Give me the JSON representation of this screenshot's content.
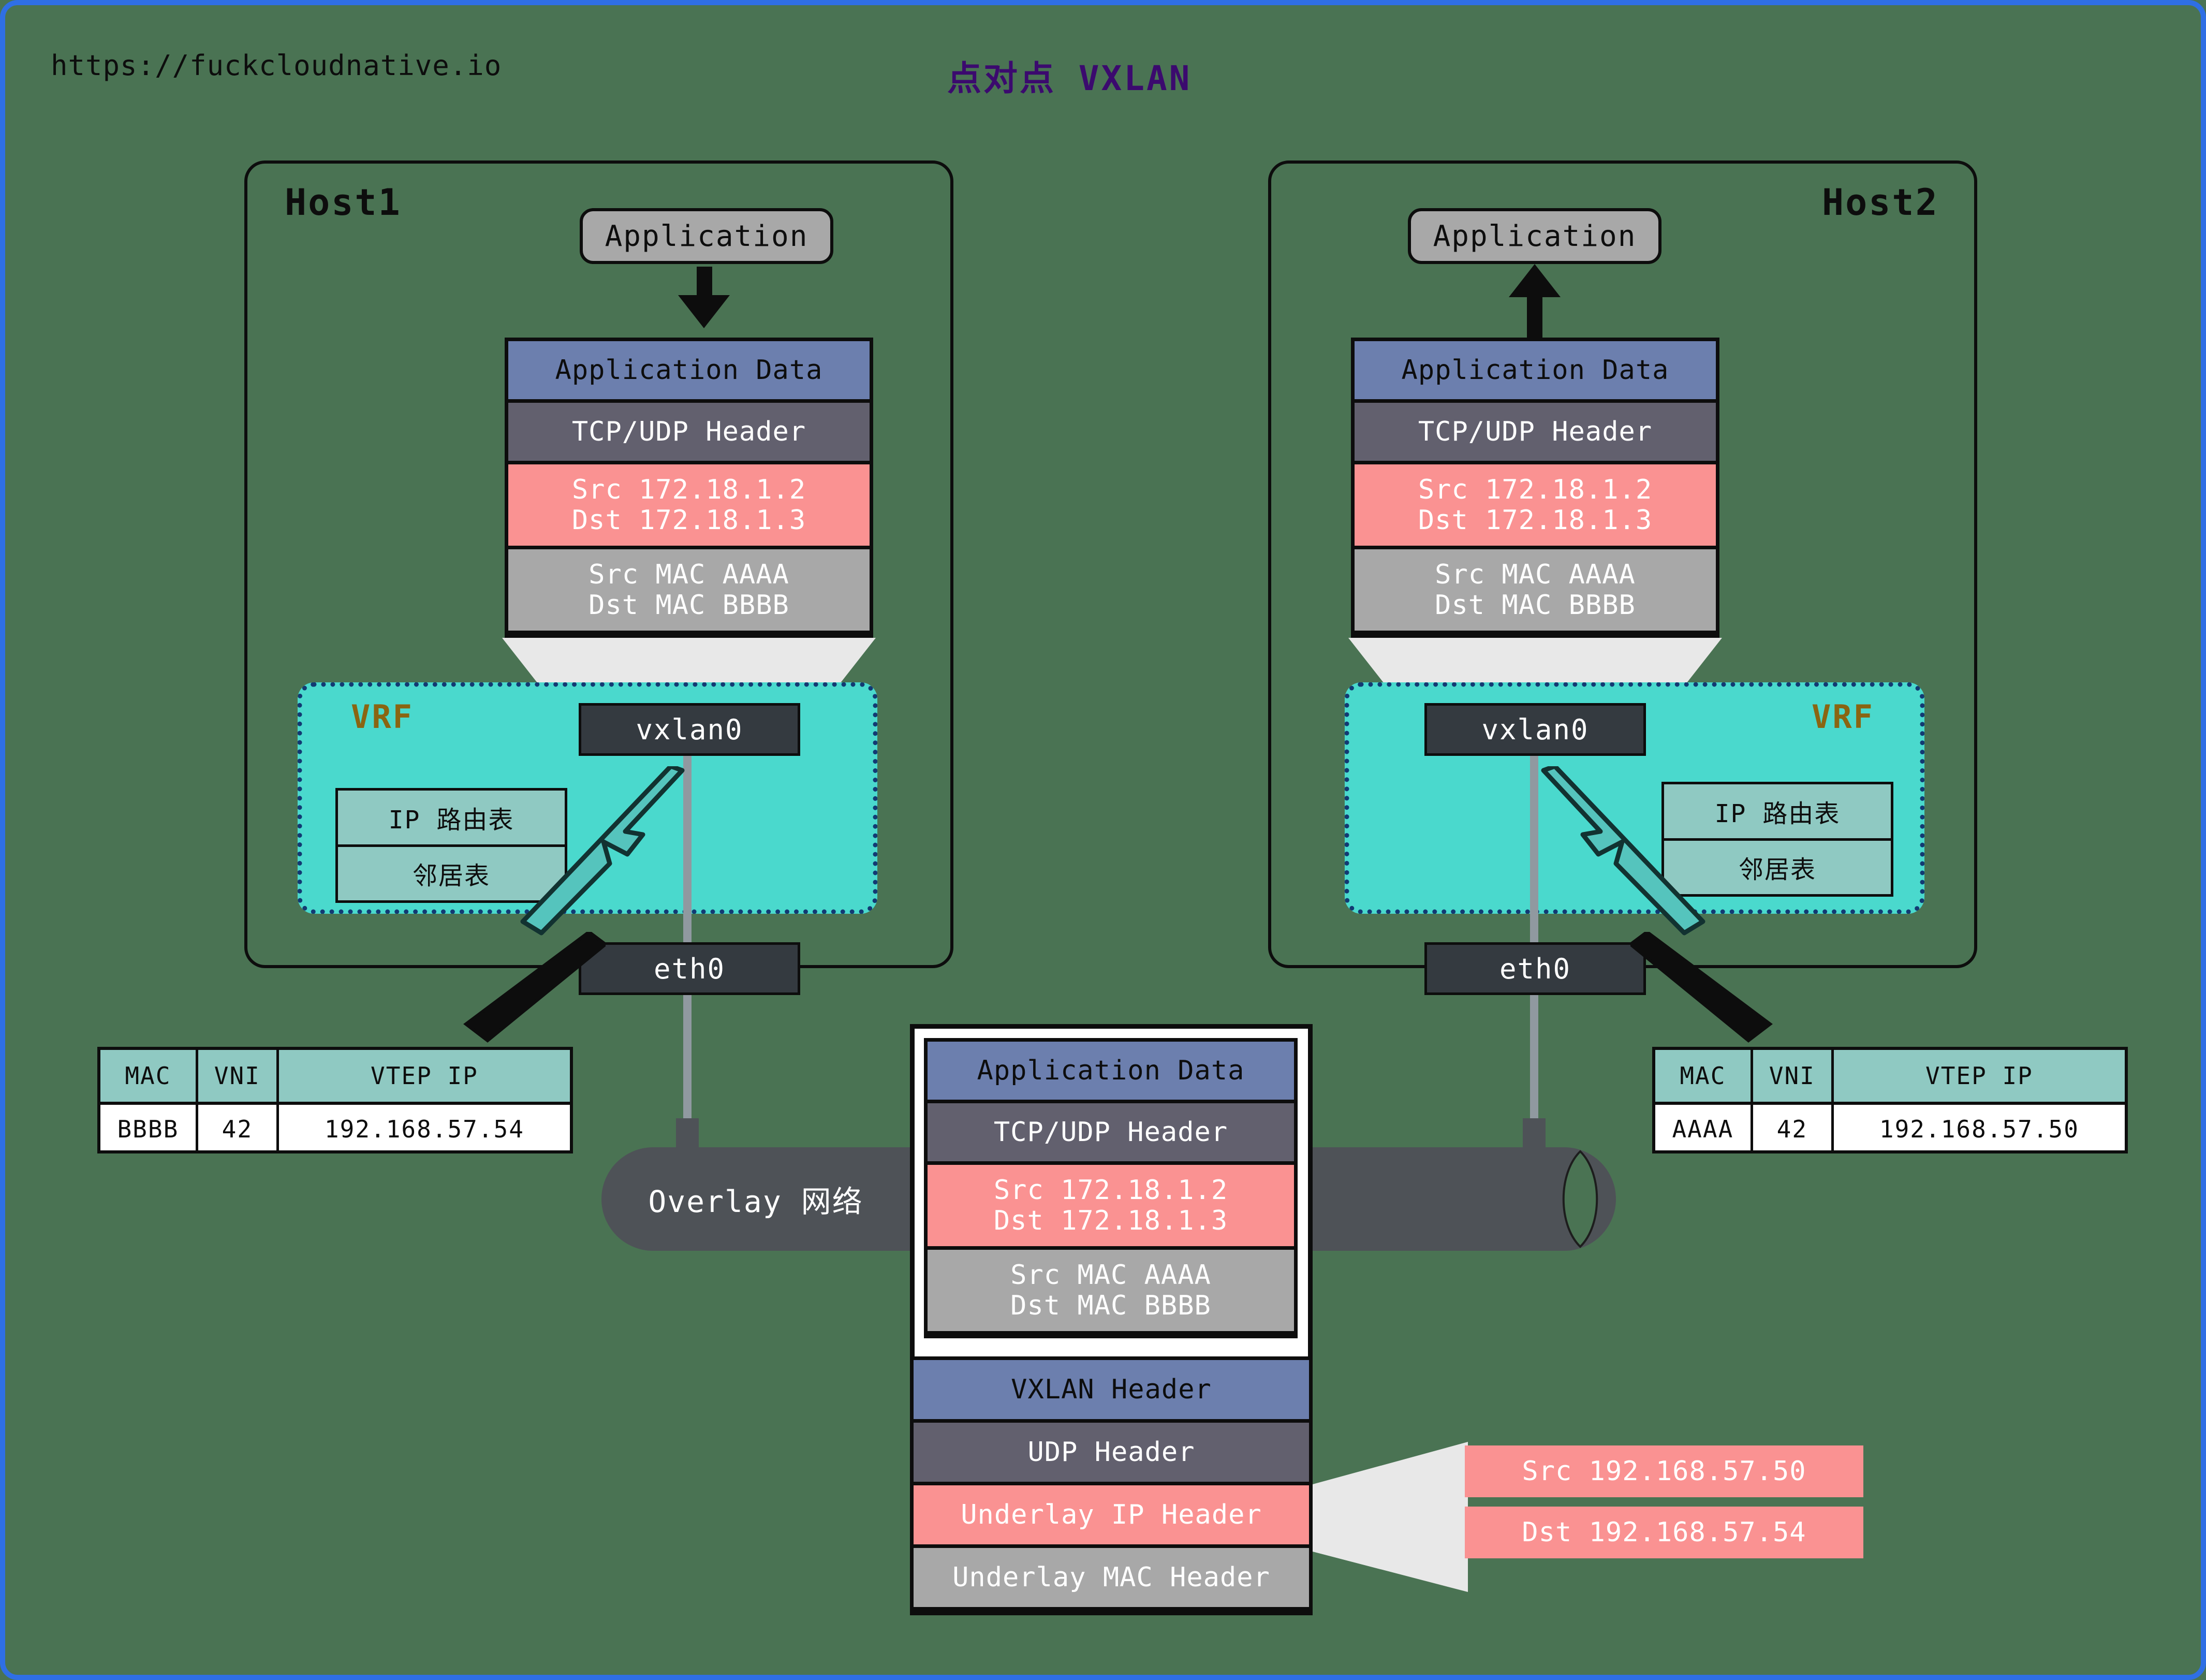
{
  "page": {
    "watermark": "https://fuckcloudnative.io",
    "title": "点对点 VXLAN",
    "bg_color": "#4a7353",
    "border_color": "#2f6fe4"
  },
  "hosts": [
    {
      "name": "Host1",
      "app_label": "Application",
      "vrf_label": "VRF",
      "vrf_tables": [
        "IP 路由表",
        "邻居表"
      ],
      "vxlan_dev": "vxlan0",
      "eth_dev": "eth0",
      "packet_layers": [
        {
          "kind": "app",
          "text": "Application Data"
        },
        {
          "kind": "tcp",
          "text": "TCP/UDP Header"
        },
        {
          "kind": "ip",
          "line1": "Src 172.18.1.2",
          "line2": "Dst 172.18.1.3"
        },
        {
          "kind": "mac",
          "line1": "Src MAC AAAA",
          "line2": "Dst MAC BBBB"
        }
      ]
    },
    {
      "name": "Host2",
      "app_label": "Application",
      "vrf_label": "VRF",
      "vrf_tables": [
        "IP 路由表",
        "邻居表"
      ],
      "vxlan_dev": "vxlan0",
      "eth_dev": "eth0",
      "packet_layers": [
        {
          "kind": "app",
          "text": "Application Data"
        },
        {
          "kind": "tcp",
          "text": "TCP/UDP Header"
        },
        {
          "kind": "ip",
          "line1": "Src 172.18.1.2",
          "line2": "Dst 172.18.1.3"
        },
        {
          "kind": "mac",
          "line1": "Src MAC AAAA",
          "line2": "Dst MAC BBBB"
        }
      ]
    }
  ],
  "fdb_tables": {
    "columns": [
      "MAC",
      "VNI",
      "VTEP IP"
    ],
    "left": {
      "mac": "BBBB",
      "vni": "42",
      "vtep_ip": "192.168.57.54"
    },
    "right": {
      "mac": "AAAA",
      "vni": "42",
      "vtep_ip": "192.168.57.50"
    }
  },
  "overlay": {
    "label": "Overlay 网络"
  },
  "encapsulated_packet": {
    "inner": [
      {
        "kind": "app",
        "text": "Application Data"
      },
      {
        "kind": "tcp",
        "text": "TCP/UDP Header"
      },
      {
        "kind": "ip",
        "line1": "Src 172.18.1.2",
        "line2": "Dst 172.18.1.3"
      },
      {
        "kind": "mac",
        "line1": "Src MAC AAAA",
        "line2": "Dst MAC BBBB"
      }
    ],
    "outer": [
      {
        "kind": "vxlan",
        "text": "VXLAN Header"
      },
      {
        "kind": "udp",
        "text": "UDP Header"
      },
      {
        "kind": "uip",
        "text": "Underlay IP Header"
      },
      {
        "kind": "umac",
        "text": "Underlay MAC Header"
      }
    ]
  },
  "underlay_callout": {
    "src": "Src 192.168.57.50",
    "dst": "Dst 192.168.57.54"
  },
  "colors": {
    "app_layer": "#6c7fae",
    "tcp_layer": "#62606e",
    "ip_layer": "#fa9292",
    "mac_layer": "#a8a8a8",
    "vrf_fill": "#4ad9cd",
    "vrf_border": "#123a73",
    "vrf_label": "#8a6512",
    "device": "#343a40",
    "overlay_pipe": "#4e5257",
    "funnel": "#e8e8e8",
    "title": "#3b0a6e"
  }
}
